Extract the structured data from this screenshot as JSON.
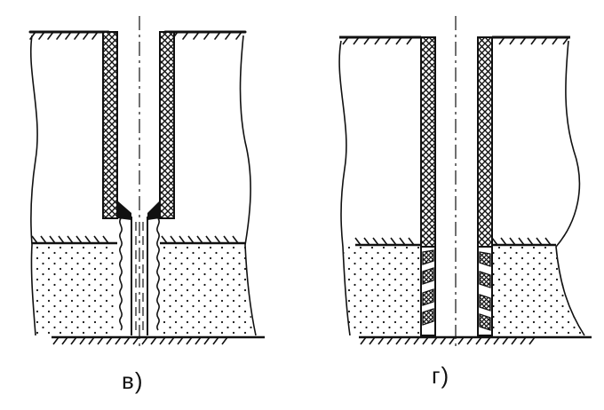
{
  "figure": {
    "panels": [
      {
        "id": "v",
        "label": "в)"
      },
      {
        "id": "g",
        "label": "г)"
      }
    ],
    "colors": {
      "ink": "#111111",
      "background": "#ffffff"
    }
  }
}
